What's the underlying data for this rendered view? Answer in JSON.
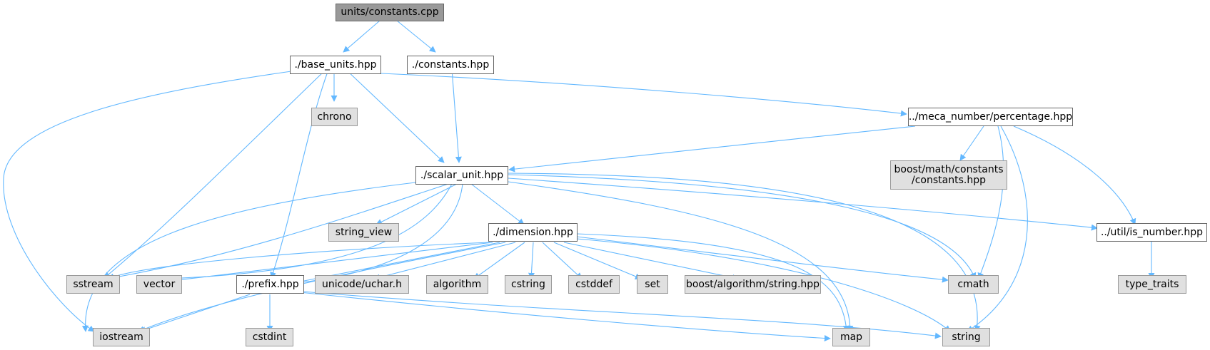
{
  "graph": {
    "edge_color": "#63b8ff",
    "node_border_color": "#666666",
    "root_fill": "#999999",
    "system_fill": "#e0e0e0",
    "local_fill": "#ffffff",
    "nodes": {
      "root": "units/constants.cpp",
      "base_units": "./base_units.hpp",
      "constants_hpp": "./constants.hpp",
      "chrono": "chrono",
      "percentage": "../meca_number/percentage.hpp",
      "scalar_unit": "./scalar_unit.hpp",
      "boost_constants": "boost/math/constants\n/constants.hpp",
      "string_view": "string_view",
      "dimension": "./dimension.hpp",
      "is_number": "../util/is_number.hpp",
      "sstream": "sstream",
      "vector": "vector",
      "prefix": "./prefix.hpp",
      "unicode": "unicode/uchar.h",
      "algorithm": "algorithm",
      "cstring": "cstring",
      "cstddef": "cstddef",
      "set": "set",
      "boost_string": "boost/algorithm/string.hpp",
      "cmath": "cmath",
      "type_traits": "type_traits",
      "iostream": "iostream",
      "cstdint": "cstdint",
      "map": "map",
      "string": "string"
    }
  }
}
